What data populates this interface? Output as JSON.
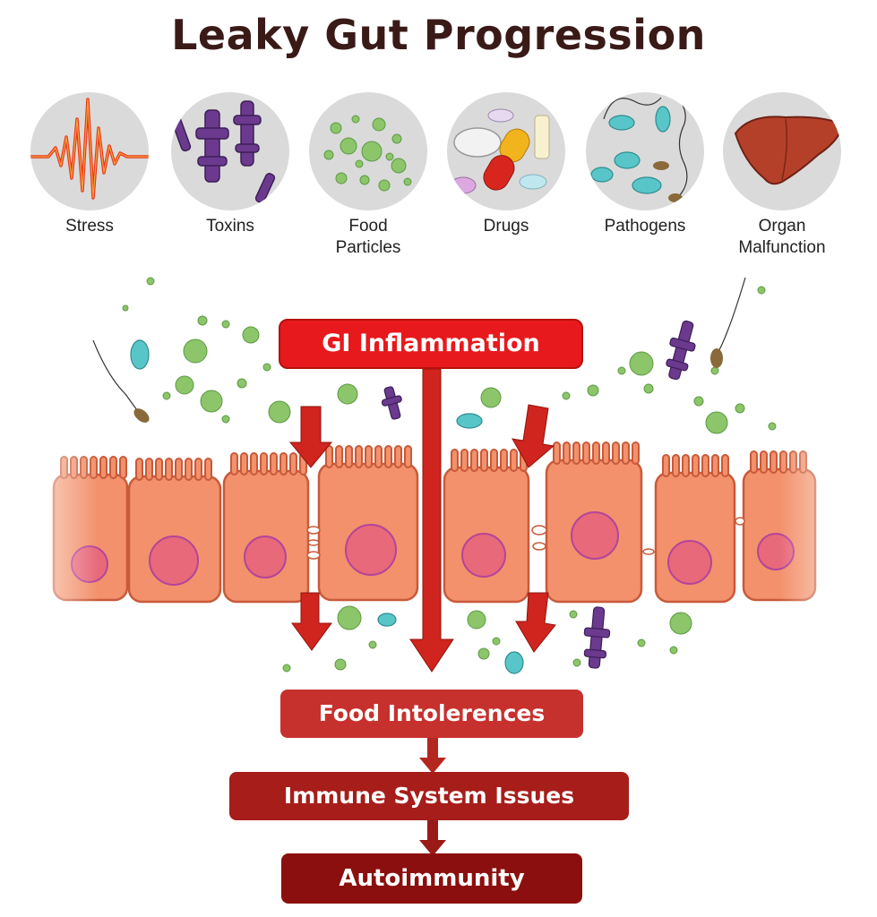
{
  "title": "Leaky Gut Progression",
  "causes": [
    {
      "label": "Stress",
      "icon": "stress-waveform-icon"
    },
    {
      "label": "Toxins",
      "icon": "toxin-molecule-icon"
    },
    {
      "label": "Food\nParticles",
      "icon": "food-particle-icon"
    },
    {
      "label": "Drugs",
      "icon": "pill-capsule-icon"
    },
    {
      "label": "Pathogens",
      "icon": "bacteria-icon"
    },
    {
      "label": "Organ\nMalfunction",
      "icon": "liver-icon"
    }
  ],
  "stages": {
    "inflammation": "GI Inflammation",
    "food_intolerances": "Food Intolerences",
    "immune_issues": "Immune System Issues",
    "autoimmunity": "Autoimmunity"
  },
  "colors": {
    "title": "#3a1a17",
    "inflammation_box": "#e8191c",
    "food_box": "#c7312d",
    "immune_box": "#a71d1a",
    "autoimmunity_box": "#8b0f0e",
    "cell_fill": "#f2916b",
    "cell_stroke": "#c85a3a",
    "nucleus_fill": "#e7697a",
    "nucleus_stroke": "#b3449b",
    "particle_green": "#8cc56a",
    "toxin_purple": "#6b3a8e",
    "bacteria_teal": "#58c6c9"
  }
}
